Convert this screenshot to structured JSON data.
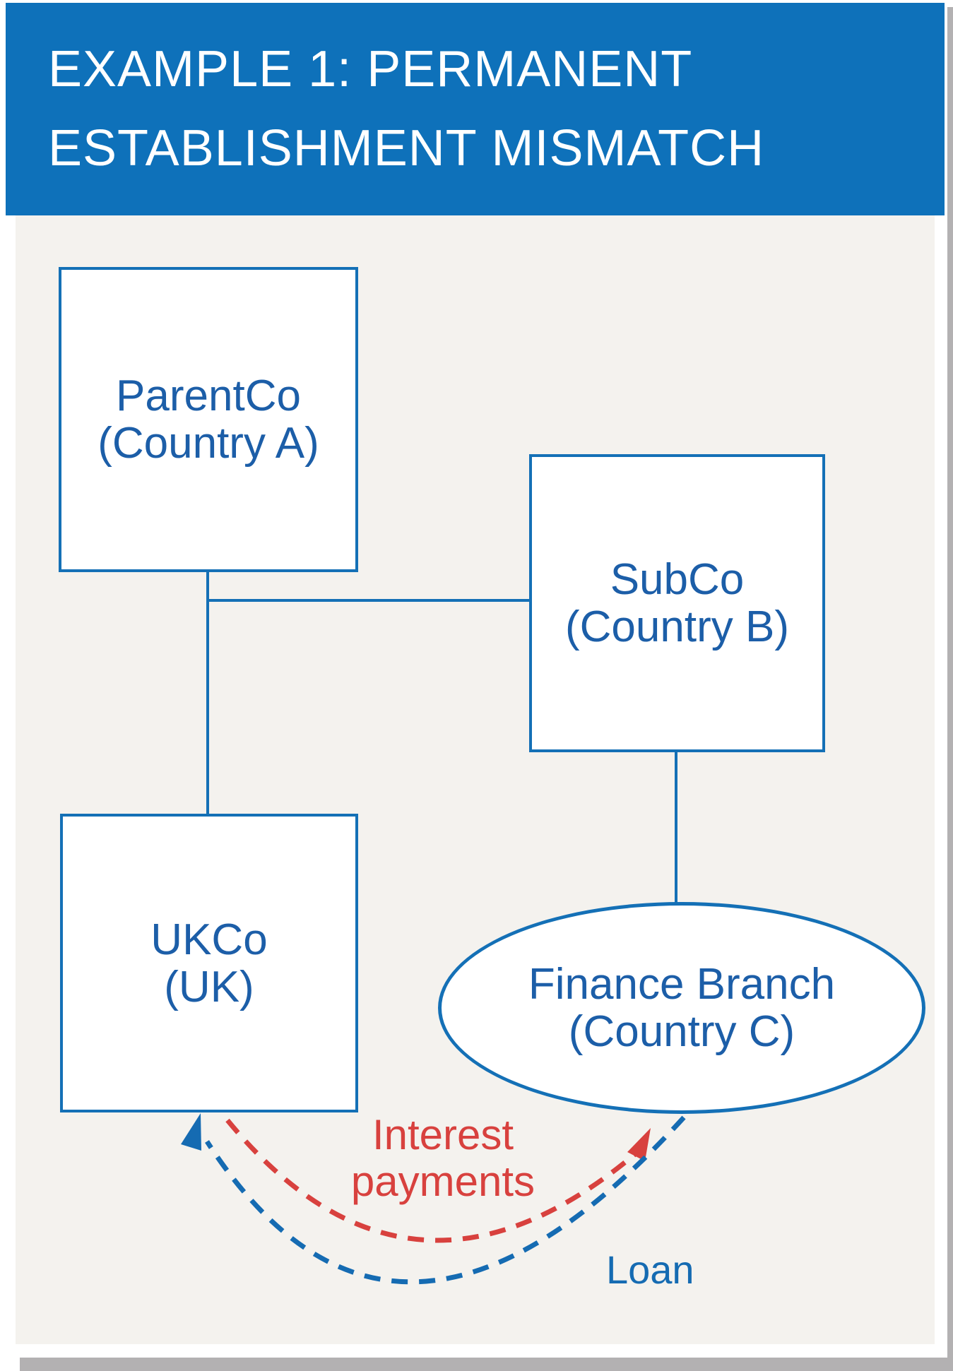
{
  "header": {
    "line1": "EXAMPLE 1: PERMANENT",
    "line2": "ESTABLISHMENT MISMATCH"
  },
  "nodes": {
    "parentco": {
      "name": "ParentCo",
      "country": "(Country A)",
      "shape": "rectangle"
    },
    "subco": {
      "name": "SubCo",
      "country": "(Country B)",
      "shape": "rectangle"
    },
    "ukco": {
      "name": "UKCo",
      "country": "(UK)",
      "shape": "rectangle"
    },
    "finance_branch": {
      "name": "Finance Branch",
      "country": "(Country C)",
      "shape": "ellipse"
    }
  },
  "relationships": [
    {
      "from": "parentco",
      "to": "ukco",
      "style": "solid"
    },
    {
      "from": "parentco",
      "to": "subco",
      "style": "solid"
    },
    {
      "from": "subco",
      "to": "finance_branch",
      "style": "solid"
    }
  ],
  "flows": {
    "interest": {
      "label_line1": "Interest",
      "label_line2": "payments",
      "from": "ukco",
      "to": "finance_branch",
      "style": "dashed-arc"
    },
    "loan": {
      "label": "Loan",
      "from": "finance_branch",
      "to": "ukco",
      "style": "dashed-arc"
    }
  },
  "colors": {
    "header_bg": "#0e71ba",
    "node_border": "#1470b6",
    "node_text": "#1c5ea8",
    "interest_red": "#d8413e",
    "loan_blue": "#156bb2",
    "background": "#f4f2ee",
    "shadow_gray": "#b3b1b2"
  }
}
